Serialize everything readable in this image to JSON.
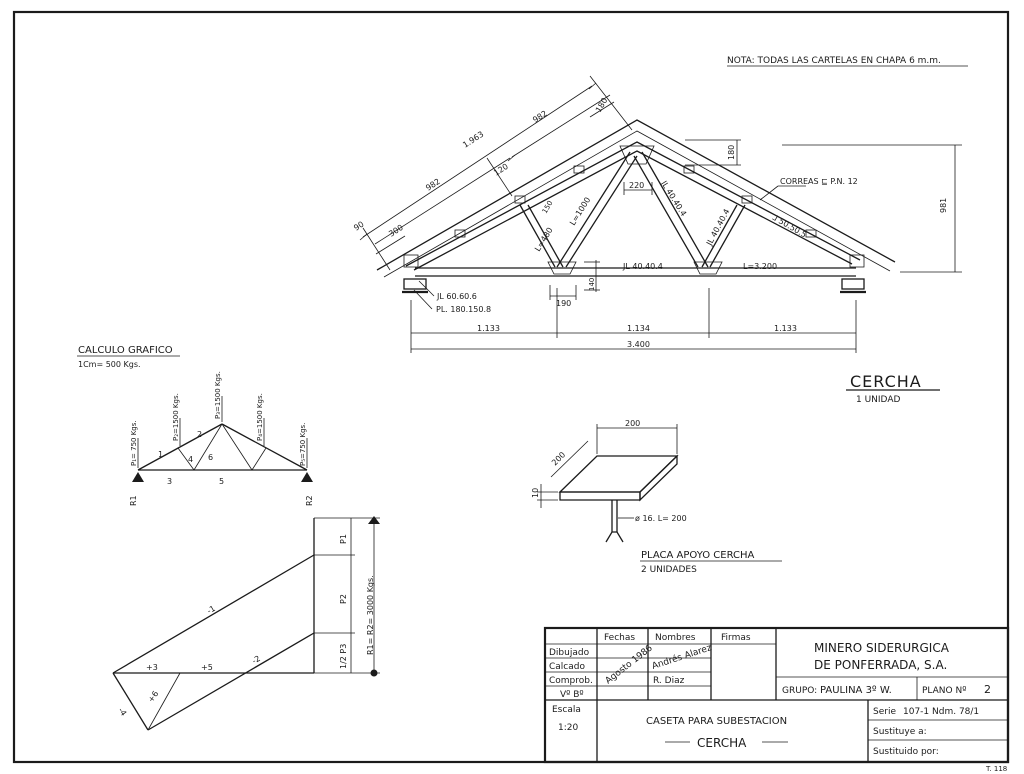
{
  "note": "NOTA: TODAS LAS CARTELAS EN CHAPA 6 m.m.",
  "truss": {
    "title": "CERCHA",
    "subtitle": "1 UNIDAD",
    "dims": {
      "d1963": "1.963",
      "d982a": "982",
      "d982b": "982",
      "d180a": "180",
      "d180b": "180",
      "d120": "120",
      "d90": "90",
      "d300": "300",
      "d981": "981",
      "d220": "220",
      "d150": "150",
      "d190": "190",
      "d140": "140",
      "span1": "1.133",
      "span2": "1.134",
      "span3": "1.133",
      "total": "3.400"
    },
    "labels": {
      "correas": "CORREAS ⊑ P.N. 12",
      "l1000": "L=1000",
      "l480": "L=480",
      "jl40a": "JL 40.40.4",
      "jl40b": "JL 40.40.4",
      "jl40c": "JL 40.40.4",
      "l3200": "L=3.200",
      "angle50": "⅃ 50.50.5",
      "jl60": "JL 60.60.6",
      "pl": "PL. 180.150.8"
    }
  },
  "calc": {
    "title": "CALCULO GRAFICO",
    "scale": "1Cm= 500 Kgs.",
    "loads": [
      "P₁= 750 Kgs.",
      "P₂=1500 Kgs.",
      "P₃=1500 Kgs.",
      "P₄=1500 Kgs.",
      "P₅=750 Kgs."
    ],
    "members": [
      "1",
      "2",
      "3",
      "4",
      "5",
      "6"
    ],
    "reactions": [
      "R1",
      "R2"
    ],
    "poly": {
      "p1": "P1",
      "p2": "P2",
      "half_p3": "1/2 P3",
      "reaction": "R1= R2= 3000 Kgs.",
      "f_m1": "-1",
      "f_m2": "-2",
      "f_p3": "+3",
      "f_p5": "+5",
      "f_p6": "+6",
      "f_m4": "-4"
    }
  },
  "plate": {
    "title": "PLACA APOYO CERCHA",
    "subtitle": "2 UNIDADES",
    "w": "200",
    "d": "200",
    "t": "10",
    "bar": "ø 16. L= 200"
  },
  "titleblock": {
    "col_fechas": "Fechas",
    "col_nombres": "Nombres",
    "col_firmas": "Firmas",
    "rows": [
      "Dibujado",
      "Calcado",
      "Comprob.",
      "Vº Bº"
    ],
    "date": "Agosto 1986",
    "name1": "Andrés Alarez",
    "name2": "R. Diaz",
    "company1": "MINERO SIDERURGICA",
    "company2": "DE PONFERRADA, S.A.",
    "grupo_label": "GRUPO:",
    "grupo_value": "PAULINA 3º W.",
    "plano_label": "PLANO Nº",
    "plano_value": "2",
    "escala_label": "Escala",
    "escala_value": "1:20",
    "project": "CASETA PARA SUBESTACION",
    "drawing": "CERCHA",
    "serie_label": "Serie",
    "serie_value": "107-1 Ndm. 78/1",
    "sustituye": "Sustituye a:",
    "sustituido": "Sustituido por:"
  },
  "corner_mark": "T. 118"
}
